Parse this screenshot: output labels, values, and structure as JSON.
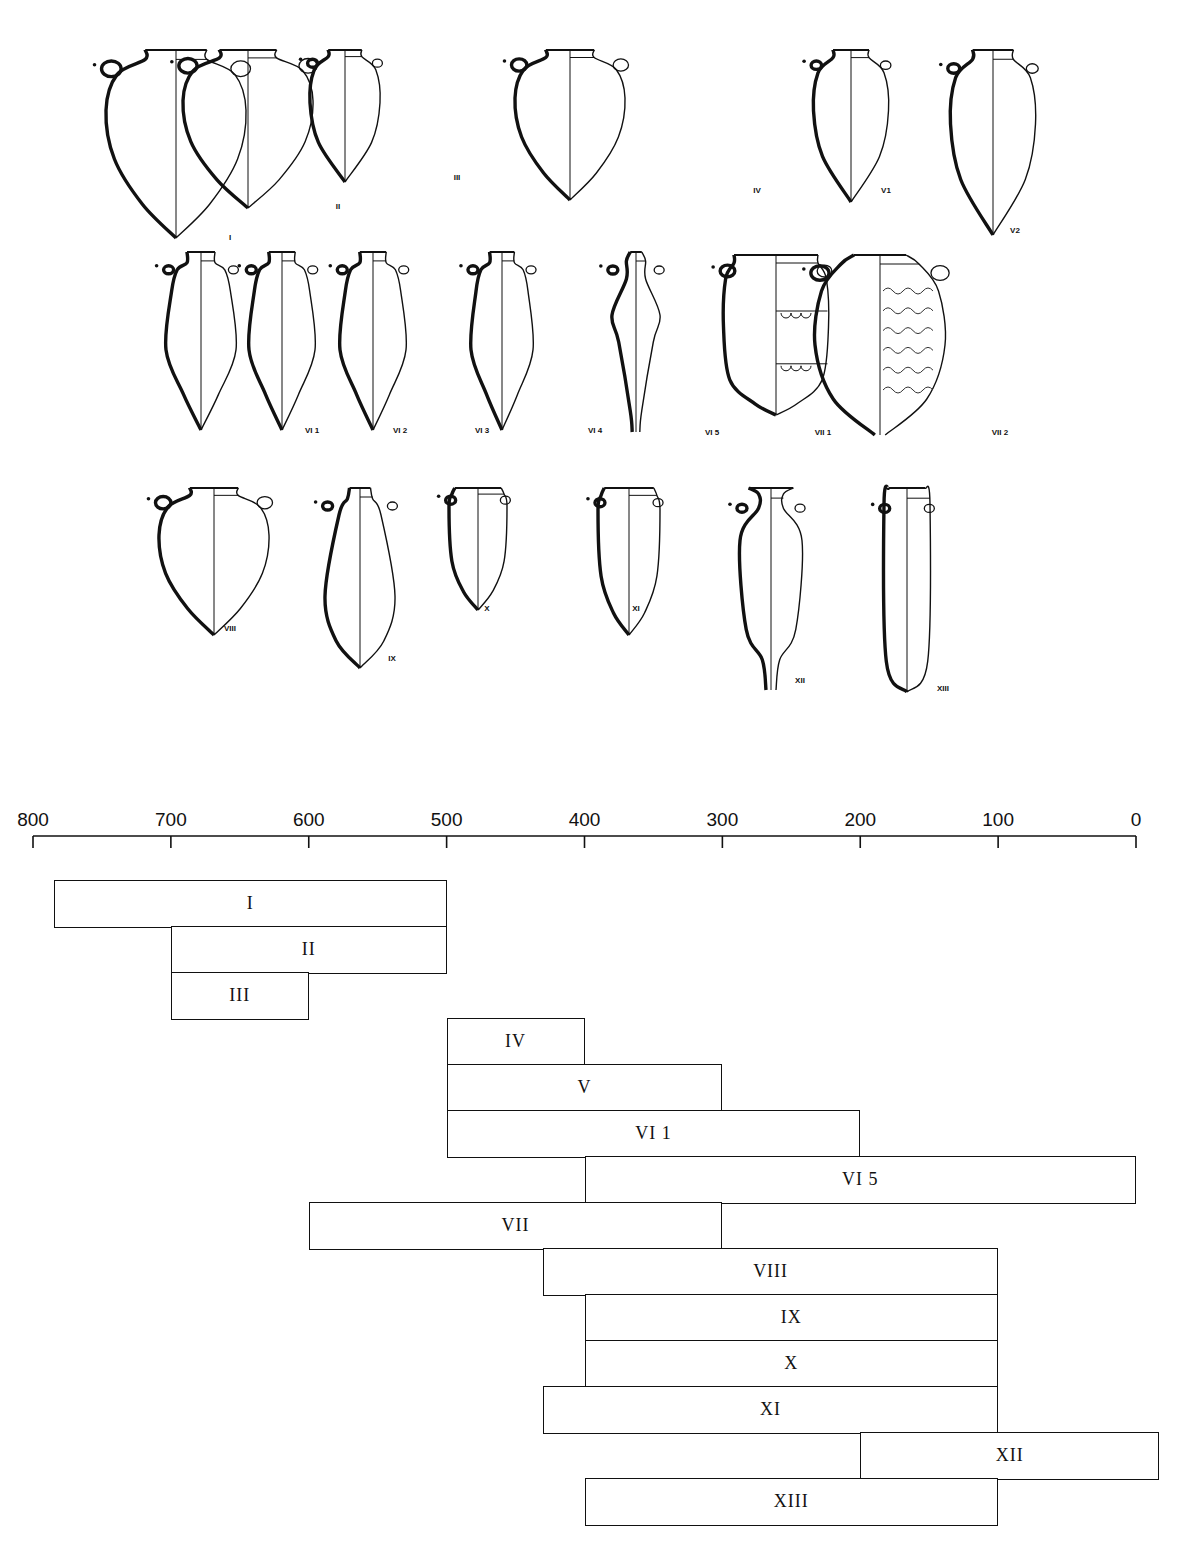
{
  "diagram": {
    "nodes": [
      {
        "text": [
          "I"
        ]
      },
      {
        "text": [
          "II"
        ]
      },
      {
        "text": [
          "III"
        ]
      },
      {
        "text": [
          "IV"
        ]
      },
      {
        "text": [
          "V"
        ]
      },
      {
        "text": [
          "VI 1"
        ]
      },
      {
        "text": [
          "VI 5"
        ]
      },
      {
        "text": [
          "VII"
        ]
      },
      {
        "text": [
          "VIII"
        ]
      },
      {
        "text": [
          "IX"
        ]
      },
      {
        "text": [
          "X"
        ]
      },
      {
        "text": [
          "XI"
        ]
      },
      {
        "text": [
          "XII"
        ]
      },
      {
        "text": [
          "XIII"
        ]
      }
    ],
    "edges": [],
    "labels": [
      "I",
      "II",
      "III",
      "IV",
      "V1",
      "V2",
      "VI 1",
      "VI 2",
      "VI 3",
      "VI 4",
      "VI 5",
      "VII 1",
      "VII 2",
      "VIII",
      "IX",
      "X",
      "XI",
      "XII",
      "XIII",
      "800",
      "700",
      "600",
      "500",
      "400",
      "300",
      "200",
      "100",
      "0"
    ]
  }
}
